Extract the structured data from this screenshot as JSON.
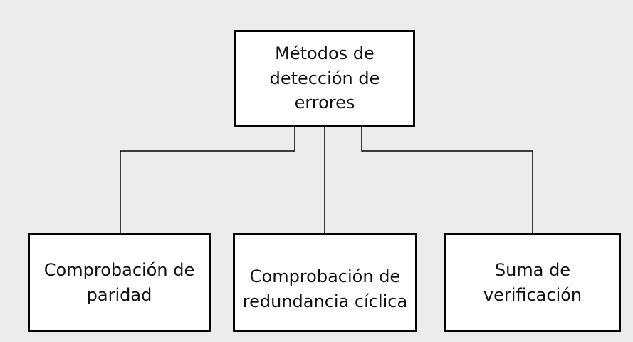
{
  "diagram": {
    "root": {
      "label": "Métodos de detección de errores",
      "lines": [
        "Métodos de",
        "detección de",
        "errores"
      ]
    },
    "children": [
      {
        "label": "Comprobación de paridad",
        "lines": [
          "Comprobación de",
          "paridad"
        ]
      },
      {
        "label": "Comprobación de redundancia cíclica",
        "lines": [
          "Comprobación de",
          "redundancia cíclica"
        ]
      },
      {
        "label": "Suma de verificación",
        "lines": [
          "Suma de",
          "verificación"
        ]
      }
    ],
    "colors": {
      "background": "#ececec",
      "box_fill": "#ffffff",
      "box_border": "#000000",
      "connector": "#000000",
      "text": "#111111"
    }
  }
}
